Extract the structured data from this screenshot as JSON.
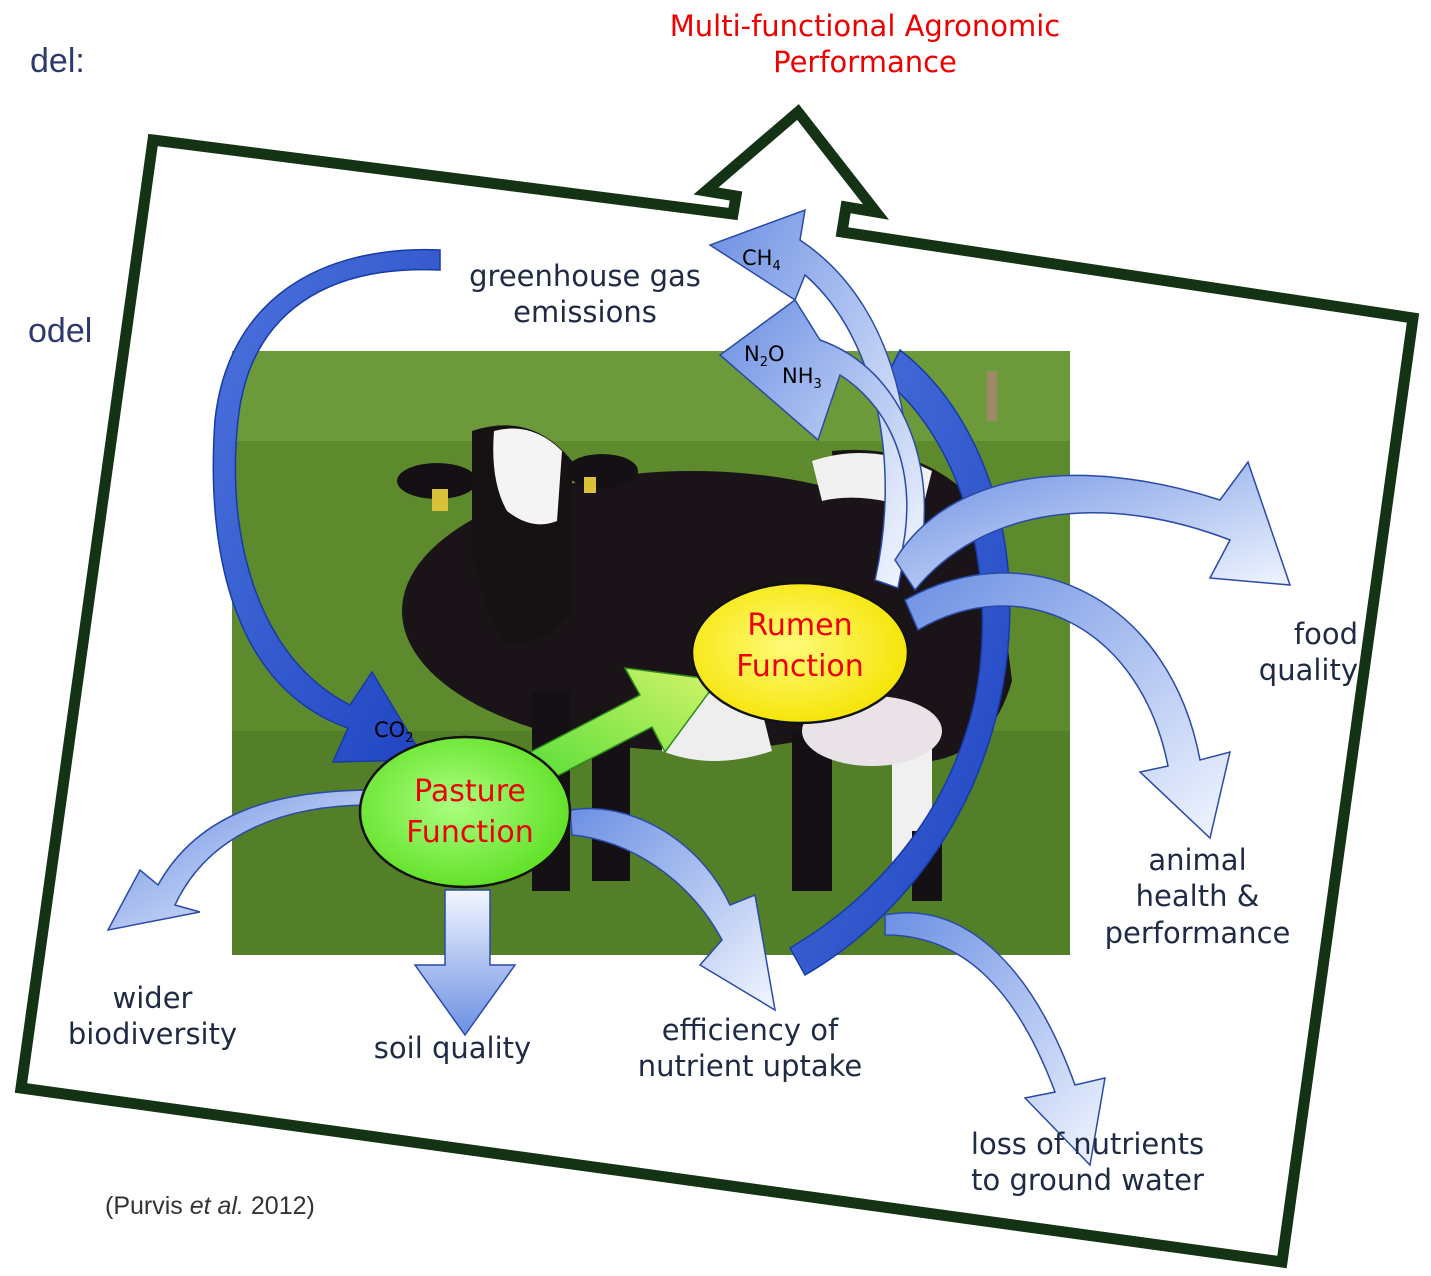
{
  "slide": {
    "partial_text_1": "del:",
    "partial_text_2": "odel"
  },
  "diagram": {
    "top_title_line1": "Multi-functional Agronomic",
    "top_title_line2": "Performance",
    "ghg_line1": "greenhouse gas",
    "ghg_line2": "emissions",
    "gases": {
      "ch4": "CH",
      "ch4_sub": "4",
      "n2o_a": "N",
      "n2o_sub": "2",
      "n2o_b": "O",
      "nh3_a": "NH",
      "nh3_sub": "3",
      "co2_a": "CO",
      "co2_sub": "2"
    },
    "rumen_line1": "Rumen",
    "rumen_line2": "Function",
    "pasture_line1": "Pasture",
    "pasture_line2": "Function",
    "outputs": {
      "food_quality_line1": "food",
      "food_quality_line2": "quality",
      "animal_line1": "animal",
      "animal_line2": "health &",
      "animal_line3": "performance",
      "wider_line1": "wider",
      "wider_line2": "biodiversity",
      "soil": "soil quality",
      "efficiency_line1": "efficiency of",
      "efficiency_line2": "nutrient uptake",
      "loss_line1": "loss of nutrients",
      "loss_line2": "to ground water"
    }
  },
  "citation": {
    "open": "(Purvis ",
    "etal": "et al.",
    "close": " 2012)"
  },
  "colors": {
    "frame": "#143214",
    "title_red": "#ee0000",
    "arrow_dark_blue": "#3a5fd0",
    "arrow_light_blue": "#c9d8f5",
    "rumen_fill": "#fff23a",
    "pasture_fill": "#7cf03a",
    "green_arrow": "#7de33a"
  }
}
